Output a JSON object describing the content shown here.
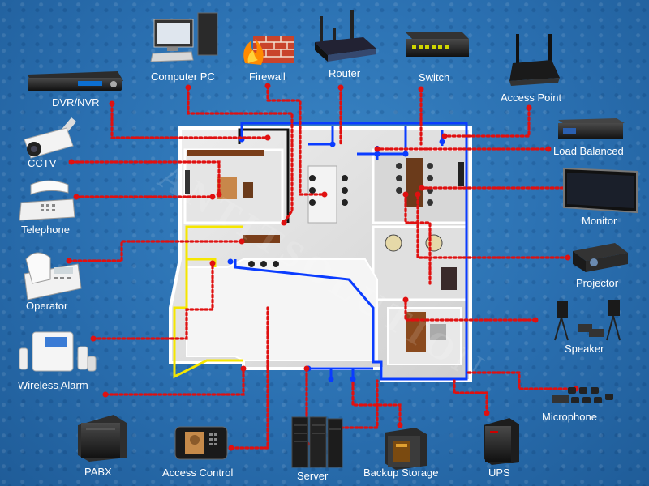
{
  "devices": {
    "dvr": "DVR/NVR",
    "cctv": "CCTV",
    "telephone": "Telephone",
    "operator": "Operator",
    "wireless_alarm": "Wireless Alarm",
    "pabx": "PABX",
    "access_control": "Access Control",
    "server": "Server",
    "backup_storage": "Backup Storage",
    "ups": "UPS",
    "computer_pc": "Computer PC",
    "firewall": "Firewall",
    "router": "Router",
    "switch": "Switch",
    "access_point": "Access Point",
    "load_balanced": "Load Balanced",
    "monitor": "Monitor",
    "projector": "Projector",
    "speaker": "Speaker",
    "microphone": "Microphone"
  },
  "colors": {
    "background": "#2a6fb0",
    "connection_line": "#e01010",
    "network_cable": "#0a3cff",
    "phone_cable": "#f5e600",
    "data_cable": "#111111"
  }
}
